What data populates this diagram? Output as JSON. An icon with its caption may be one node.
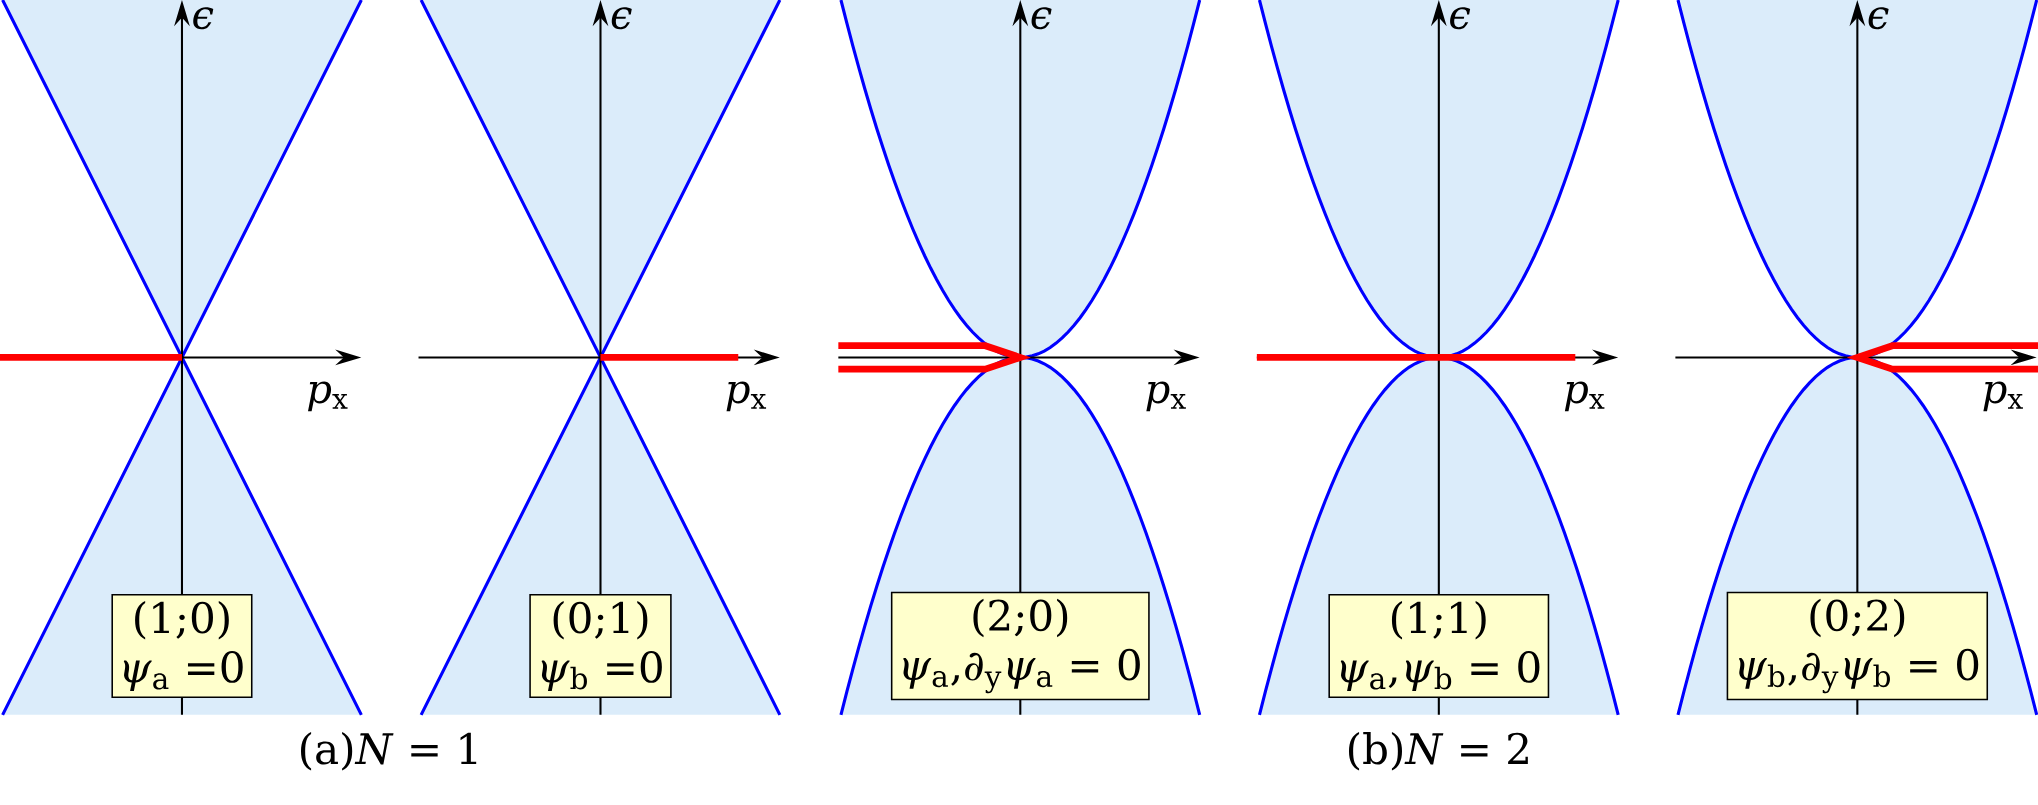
{
  "diagram": {
    "nodes": [
      {
        "text": [
          "(1;0)",
          "*ψ*$_{a}$ =0"
        ]
      },
      {
        "text": [
          "(0;1)",
          "*ψ*$_{b}$ =0"
        ]
      },
      {
        "text": [
          "(2;0)",
          "*ψ*$_{a}$,∂$_{y}$*ψ*$_{a}$ = 0"
        ]
      },
      {
        "text": [
          "(1;1)",
          "*ψ*$_{a}$,*ψ*$_{b}$ = 0"
        ]
      },
      {
        "text": [
          "(0;2)",
          "*ψ*$_{b}$,∂$_{y}$*ψ*$_{b}$ = 0"
        ]
      }
    ],
    "labels": [
      "*ϵ*",
      "*p*$_{x}$",
      "*ϵ*",
      "*p*$_{x}$",
      "*ϵ*",
      "*p*$_{x}$",
      "*ϵ*",
      "*p*$_{x}$",
      "*ϵ*",
      "*p*$_{x}$",
      "(a)*N* = 1",
      "(b)*N* = 2"
    ]
  }
}
